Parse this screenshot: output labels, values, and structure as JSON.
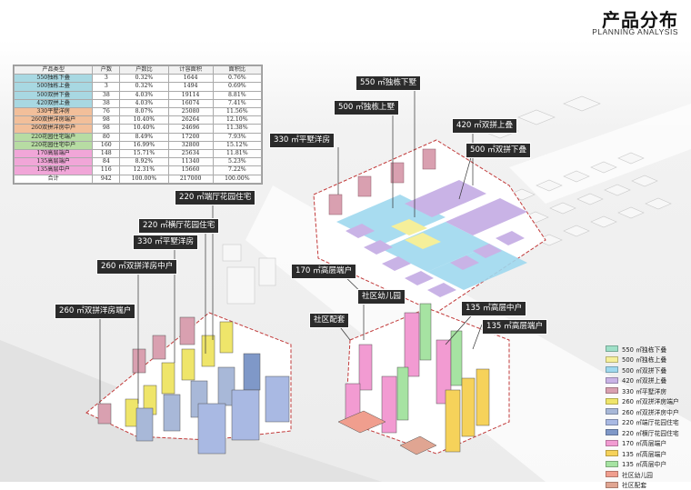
{
  "header": {
    "title": "产品分布",
    "subtitle": "PLANNING ANALYSIS"
  },
  "table": {
    "headers": [
      "产品类型",
      "户数",
      "户数比",
      "计容面积",
      "面积比"
    ],
    "rows": [
      {
        "name": "550独栋下叠",
        "count": "3",
        "count_ratio": "0.32%",
        "area": "1644",
        "area_ratio": "0.76%",
        "color": "#a8d8e2"
      },
      {
        "name": "500独栋上叠",
        "count": "3",
        "count_ratio": "0.32%",
        "area": "1494",
        "area_ratio": "0.69%",
        "color": "#a8d8e2"
      },
      {
        "name": "500双拼下叠",
        "count": "38",
        "count_ratio": "4.03%",
        "area": "19114",
        "area_ratio": "8.81%",
        "color": "#a8d8e2"
      },
      {
        "name": "420双拼上叠",
        "count": "38",
        "count_ratio": "4.03%",
        "area": "16074",
        "area_ratio": "7.41%",
        "color": "#a8d8e2"
      },
      {
        "name": "330平墅洋房",
        "count": "76",
        "count_ratio": "8.07%",
        "area": "25080",
        "area_ratio": "11.56%",
        "color": "#f2bf9a"
      },
      {
        "name": "260双拼洋房端户",
        "count": "98",
        "count_ratio": "10.40%",
        "area": "26264",
        "area_ratio": "12.10%",
        "color": "#f2bf9a"
      },
      {
        "name": "260双拼洋房中户",
        "count": "98",
        "count_ratio": "10.40%",
        "area": "24696",
        "area_ratio": "11.38%",
        "color": "#f2bf9a"
      },
      {
        "name": "220花园住宅端户",
        "count": "80",
        "count_ratio": "8.49%",
        "area": "17200",
        "area_ratio": "7.93%",
        "color": "#b7dca3"
      },
      {
        "name": "220花园住宅中户",
        "count": "160",
        "count_ratio": "16.99%",
        "area": "32800",
        "area_ratio": "15.12%",
        "color": "#b7dca3"
      },
      {
        "name": "170高层端户",
        "count": "148",
        "count_ratio": "15.71%",
        "area": "25634",
        "area_ratio": "11.81%",
        "color": "#f1a6d8"
      },
      {
        "name": "135高层端户",
        "count": "84",
        "count_ratio": "8.92%",
        "area": "11340",
        "area_ratio": "5.23%",
        "color": "#f1a6d8"
      },
      {
        "name": "135高层中户",
        "count": "116",
        "count_ratio": "12.31%",
        "area": "15660",
        "area_ratio": "7.22%",
        "color": "#f1a6d8"
      },
      {
        "name": "合计",
        "count": "942",
        "count_ratio": "100.00%",
        "area": "217000",
        "area_ratio": "100.00%",
        "color": "#ffffff"
      }
    ]
  },
  "callouts": {
    "c550": "550 ㎡独栋下墅",
    "c500": "500 ㎡独栋上墅",
    "c420": "420 ㎡双拼上叠",
    "c500b": "500 ㎡双拼下叠",
    "c330": "330 ㎡平墅洋房",
    "c220a": "220 ㎡端厅花园住宅",
    "c220b": "220 ㎡横厅花园住宅",
    "c330b": "330 ㎡平墅洋房",
    "c260a": "260 ㎡双拼洋房中户",
    "c170": "170 ㎡高层端户",
    "c260b": "260 ㎡双拼洋房端户",
    "kinder": "社区幼儿园",
    "support": "社区配套",
    "c135a": "135 ㎡高层中户",
    "c135b": "135 ㎡高层端户"
  },
  "legend": [
    {
      "label": "550 ㎡独栋下叠",
      "color": "#9fe0c8"
    },
    {
      "label": "500 ㎡独栋上叠",
      "color": "#f5ef9a"
    },
    {
      "label": "500 ㎡双拼下叠",
      "color": "#9ed8ee"
    },
    {
      "label": "420 ㎡双拼上叠",
      "color": "#c9b3e6"
    },
    {
      "label": "330 ㎡平墅洋房",
      "color": "#d9a0b0"
    },
    {
      "label": "260 ㎡双拼洋房端户",
      "color": "#efe56a"
    },
    {
      "label": "260 ㎡双拼洋房中户",
      "color": "#a8b8d8"
    },
    {
      "label": "220 ㎡端厅花园住宅",
      "color": "#a9b9e3"
    },
    {
      "label": "220 ㎡横厅花园住宅",
      "color": "#7f98c8"
    },
    {
      "label": "170 ㎡高层端户",
      "color": "#f29bd2"
    },
    {
      "label": "135 ㎡高层端户",
      "color": "#f6d25a"
    },
    {
      "label": "135 ㎡高层中户",
      "color": "#a6e3a2"
    },
    {
      "label": "社区幼儿园",
      "color": "#f09e8e"
    },
    {
      "label": "社区配套",
      "color": "#e0a592"
    }
  ],
  "colors": {
    "road": "#e8e8e8",
    "site_outline": "#c23b3b",
    "building_grey": "#f4f4f4"
  }
}
